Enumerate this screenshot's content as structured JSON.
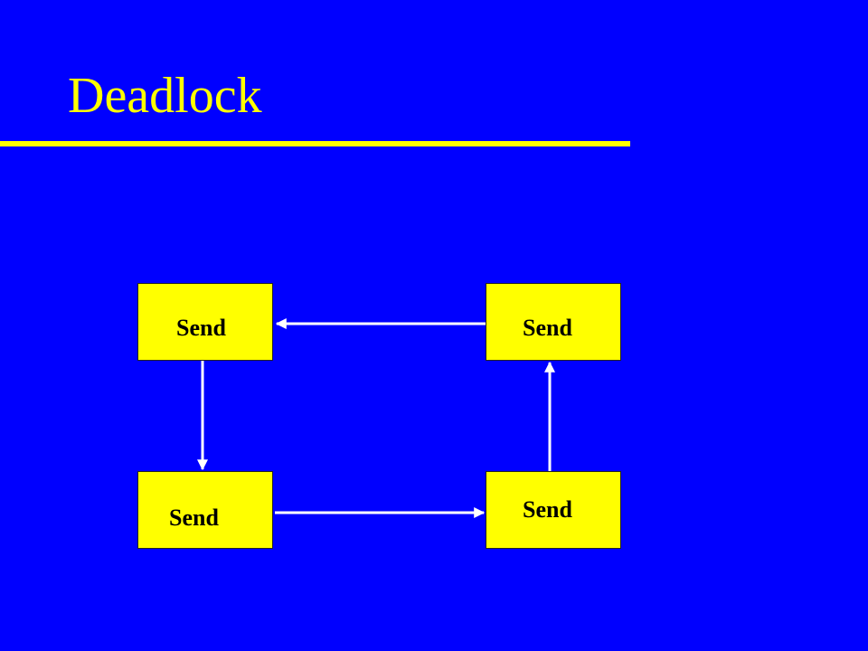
{
  "slide": {
    "title": "Deadlock"
  },
  "diagram": {
    "nodes": [
      {
        "id": "node-1",
        "label": "Send"
      },
      {
        "id": "node-2",
        "label": "Send"
      },
      {
        "id": "node-3",
        "label": "Send"
      },
      {
        "id": "node-4",
        "label": "Send"
      }
    ],
    "edges": [
      {
        "from": "node-2",
        "to": "node-1"
      },
      {
        "from": "node-1",
        "to": "node-3"
      },
      {
        "from": "node-3",
        "to": "node-4"
      },
      {
        "from": "node-4",
        "to": "node-2"
      }
    ],
    "colors": {
      "background": "#0000FF",
      "node_fill": "#FFFF00",
      "title": "#FFFF00",
      "arrow": "#FFFFFF"
    }
  }
}
